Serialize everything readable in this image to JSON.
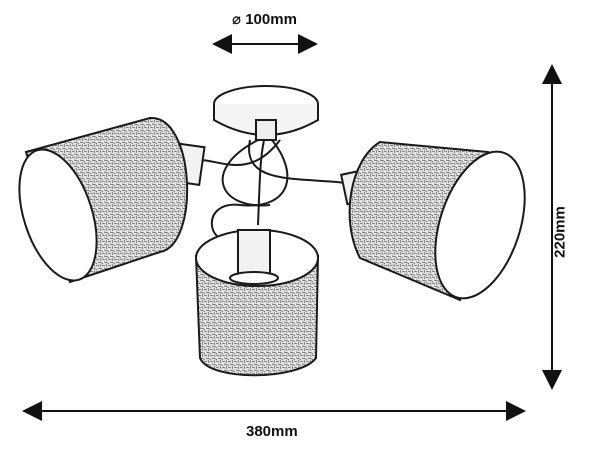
{
  "dimensions": {
    "diameter": "⌀ 100mm",
    "width": "380mm",
    "height": "220mm"
  },
  "colors": {
    "line": "#1a1a1a",
    "shade_fill": "#d9d9d9",
    "background": "#ffffff"
  }
}
